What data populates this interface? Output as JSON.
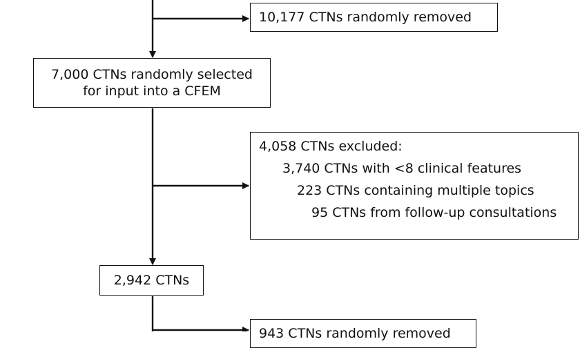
{
  "flowchart": {
    "removed_top": {
      "label": "10,177 CTNs randomly removed"
    },
    "selected": {
      "line1": "7,000 CTNs randomly selected",
      "line2": "for input into a CFEM"
    },
    "excluded": {
      "title": "4,058 CTNs excluded:",
      "reasons": [
        "3,740 CTNs with  <8 clinical features",
        "223 CTNs containing multiple topics",
        "95 CTNs from follow-up consultations"
      ]
    },
    "remaining": {
      "label": "2,942 CTNs"
    },
    "removed_bottom": {
      "label": "943 CTNs randomly removed"
    }
  }
}
